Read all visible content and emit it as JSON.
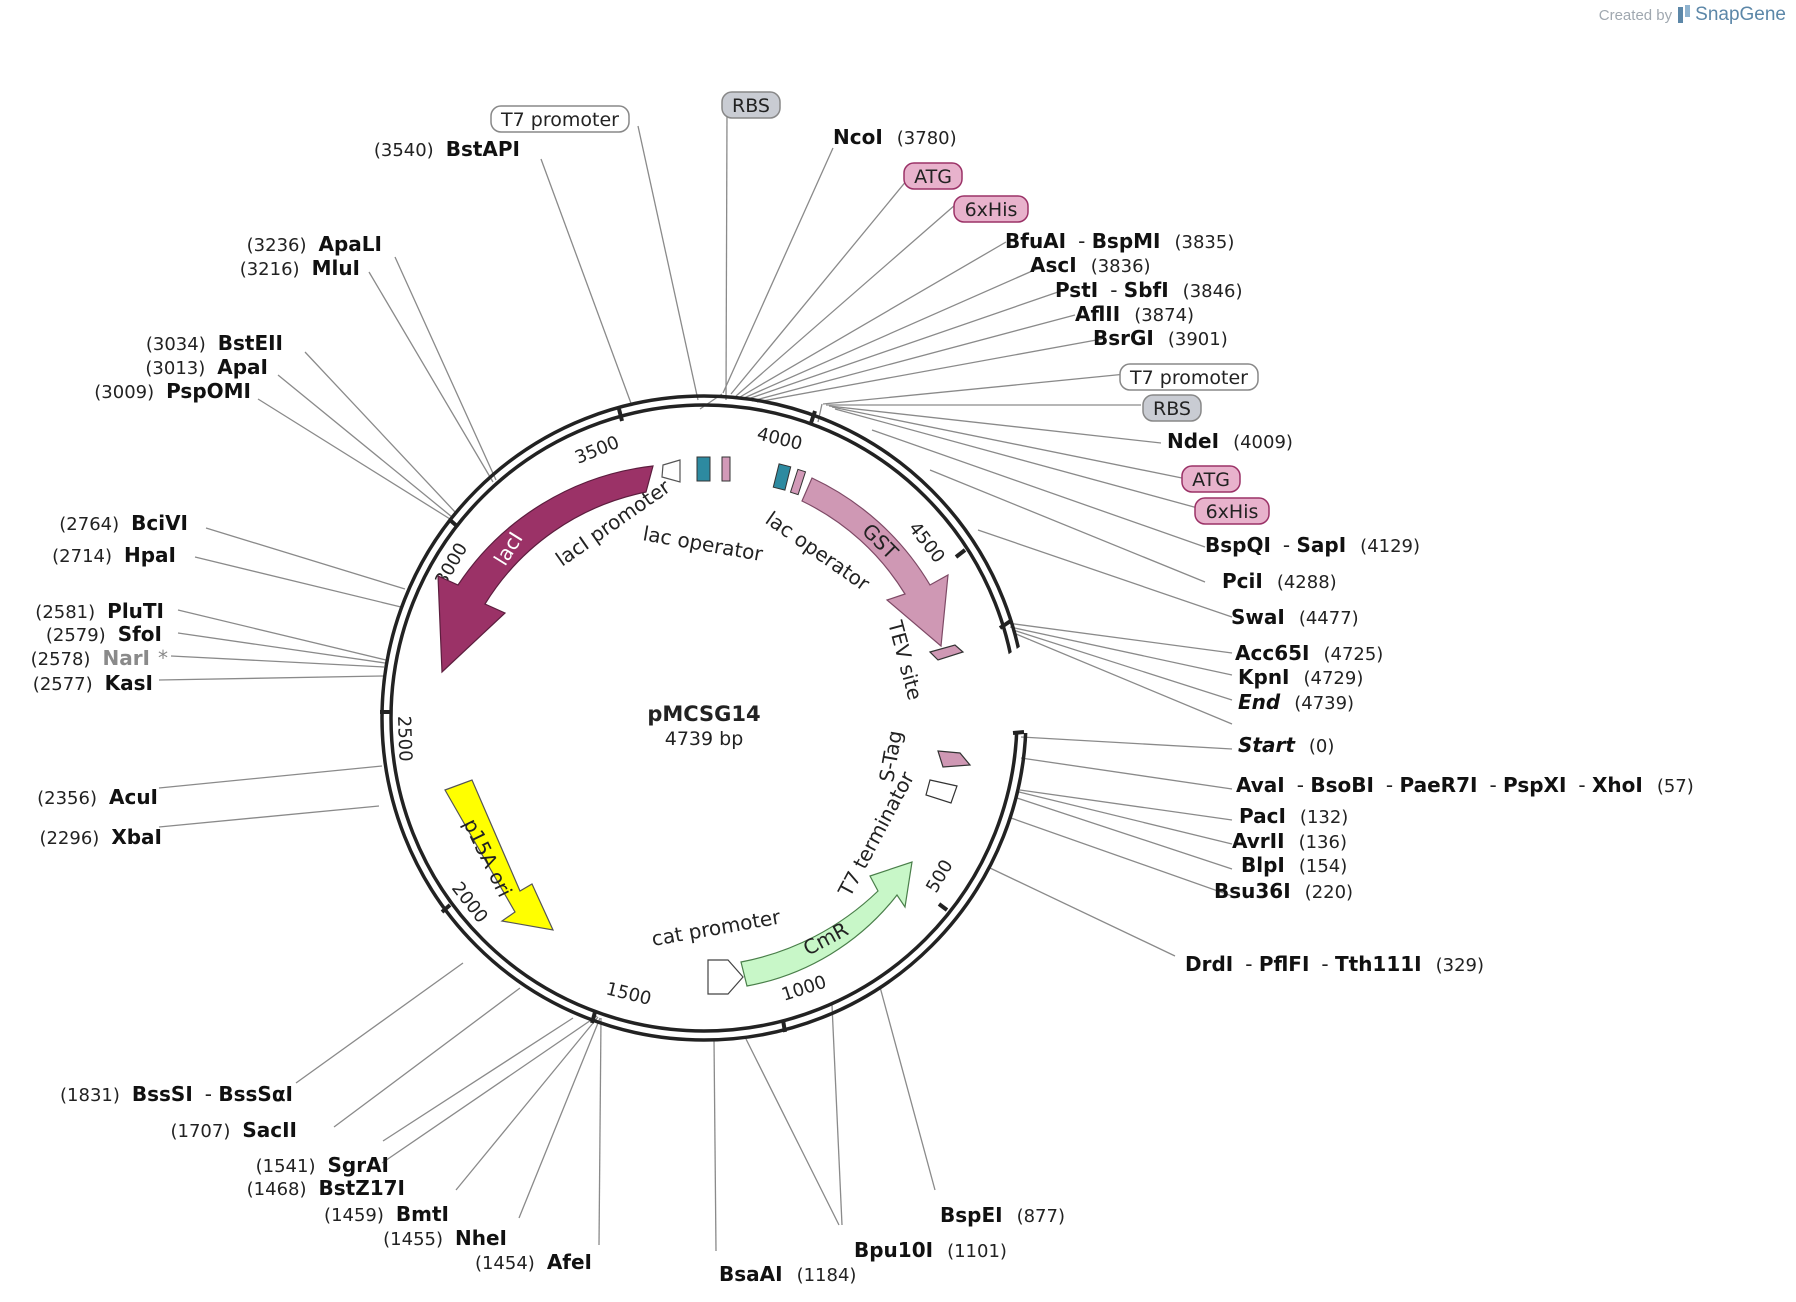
{
  "credit": {
    "created_by": "Created by",
    "brand": "SnapGene"
  },
  "plasmid": {
    "name": "pMCSG14",
    "size": "4739 bp"
  },
  "ticks": [
    "500",
    "1000",
    "1500",
    "2000",
    "2500",
    "3000",
    "3500",
    "4000",
    "4500"
  ],
  "features": [
    {
      "label": "lacI"
    },
    {
      "label": "lacI promoter"
    },
    {
      "label": "lac operator"
    },
    {
      "label": "lac operator"
    },
    {
      "label": "GST"
    },
    {
      "label": "TEV site"
    },
    {
      "label": "S-Tag"
    },
    {
      "label": "T7 terminator"
    },
    {
      "label": "CmR"
    },
    {
      "label": "cat promoter"
    },
    {
      "label": "p15A ori"
    }
  ],
  "boxed_features": [
    {
      "label": "T7 promoter",
      "style": "white"
    },
    {
      "label": "RBS",
      "style": "gray"
    },
    {
      "label": "ATG",
      "style": "pink"
    },
    {
      "label": "6xHis",
      "style": "pink"
    },
    {
      "label": "T7 promoter",
      "style": "white"
    },
    {
      "label": "RBS",
      "style": "gray"
    },
    {
      "label": "ATG",
      "style": "pink"
    },
    {
      "label": "6xHis",
      "style": "pink"
    }
  ],
  "sites": [
    {
      "enzymes": [
        "NcoI"
      ],
      "pos": "(3780)"
    },
    {
      "enzymes": [
        "BfuAI",
        "BspMI"
      ],
      "pos": "(3835)"
    },
    {
      "enzymes": [
        "AscI"
      ],
      "pos": "(3836)"
    },
    {
      "enzymes": [
        "PstI",
        "SbfI"
      ],
      "pos": "(3846)"
    },
    {
      "enzymes": [
        "AflII"
      ],
      "pos": "(3874)"
    },
    {
      "enzymes": [
        "BsrGI"
      ],
      "pos": "(3901)"
    },
    {
      "enzymes": [
        "NdeI"
      ],
      "pos": "(4009)"
    },
    {
      "enzymes": [
        "BspQI",
        "SapI"
      ],
      "pos": "(4129)"
    },
    {
      "enzymes": [
        "PciI"
      ],
      "pos": "(4288)"
    },
    {
      "enzymes": [
        "SwaI"
      ],
      "pos": "(4477)"
    },
    {
      "enzymes": [
        "Acc65I"
      ],
      "pos": "(4725)"
    },
    {
      "enzymes": [
        "KpnI"
      ],
      "pos": "(4729)"
    },
    {
      "enzymes": [
        "End"
      ],
      "pos": "(4739)"
    },
    {
      "enzymes": [
        "Start"
      ],
      "pos": "(0)"
    },
    {
      "enzymes": [
        "AvaI",
        "BsoBI",
        "PaeR7I",
        "PspXI",
        "XhoI"
      ],
      "pos": "(57)"
    },
    {
      "enzymes": [
        "PacI"
      ],
      "pos": "(132)"
    },
    {
      "enzymes": [
        "AvrII"
      ],
      "pos": "(136)"
    },
    {
      "enzymes": [
        "BlpI"
      ],
      "pos": "(154)"
    },
    {
      "enzymes": [
        "Bsu36I"
      ],
      "pos": "(220)"
    },
    {
      "enzymes": [
        "DrdI",
        "PflFI",
        "Tth111I"
      ],
      "pos": "(329)"
    },
    {
      "enzymes": [
        "BspEI"
      ],
      "pos": "(877)"
    },
    {
      "enzymes": [
        "Bpu10I"
      ],
      "pos": "(1101)"
    },
    {
      "enzymes": [
        "BsaAI"
      ],
      "pos": "(1184)"
    },
    {
      "enzymes": [
        "AfeI"
      ],
      "pos": "(1454)"
    },
    {
      "enzymes": [
        "NheI"
      ],
      "pos": "(1455)"
    },
    {
      "enzymes": [
        "BmtI"
      ],
      "pos": "(1459)"
    },
    {
      "enzymes": [
        "BstZ17I"
      ],
      "pos": "(1468)"
    },
    {
      "enzymes": [
        "SgrAI"
      ],
      "pos": "(1541)"
    },
    {
      "enzymes": [
        "SacII"
      ],
      "pos": "(1707)"
    },
    {
      "enzymes": [
        "BssSI",
        "BssSαI"
      ],
      "pos": "(1831)"
    },
    {
      "enzymes": [
        "XbaI"
      ],
      "pos": "(2296)"
    },
    {
      "enzymes": [
        "AcuI"
      ],
      "pos": "(2356)"
    },
    {
      "enzymes": [
        "KasI"
      ],
      "pos": "(2577)"
    },
    {
      "enzymes": [
        "NarI"
      ],
      "pos": "(2578)",
      "star": "*"
    },
    {
      "enzymes": [
        "SfoI"
      ],
      "pos": "(2579)"
    },
    {
      "enzymes": [
        "PluTI"
      ],
      "pos": "(2581)"
    },
    {
      "enzymes": [
        "HpaI"
      ],
      "pos": "(2714)"
    },
    {
      "enzymes": [
        "BciVI"
      ],
      "pos": "(2764)"
    },
    {
      "enzymes": [
        "PspOMI"
      ],
      "pos": "(3009)"
    },
    {
      "enzymes": [
        "ApaI"
      ],
      "pos": "(3013)"
    },
    {
      "enzymes": [
        "BstEII"
      ],
      "pos": "(3034)"
    },
    {
      "enzymes": [
        "MluI"
      ],
      "pos": "(3216)"
    },
    {
      "enzymes": [
        "ApaLI"
      ],
      "pos": "(3236)"
    },
    {
      "enzymes": [
        "BstAPI"
      ],
      "pos": "(3540)"
    }
  ]
}
